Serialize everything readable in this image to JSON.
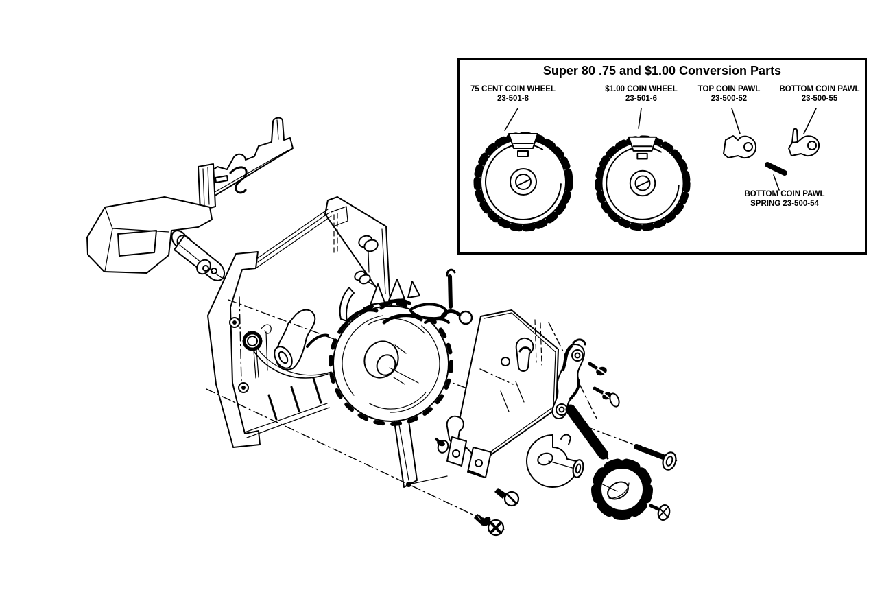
{
  "colors": {
    "line": "#000000",
    "background": "#ffffff",
    "text": "#000000"
  },
  "inset": {
    "title": "Super 80 .75 and $1.00 Conversion Parts",
    "parts": [
      {
        "name": "75 CENT COIN WHEEL",
        "number": "23-501-8"
      },
      {
        "name": "$1.00 COIN WHEEL",
        "number": "23-501-6"
      },
      {
        "name": "TOP COIN PAWL",
        "number": "23-500-52"
      },
      {
        "name": "BOTTOM COIN PAWL",
        "number": "23-500-55"
      },
      {
        "name": "BOTTOM COIN PAWL",
        "number": "SPRING 23-500-54"
      }
    ]
  }
}
